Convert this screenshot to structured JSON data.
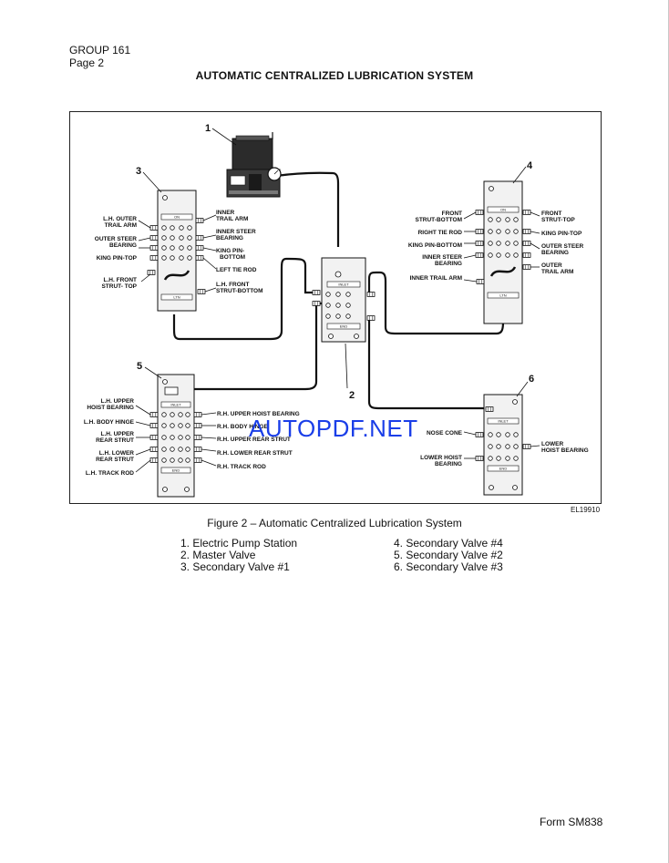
{
  "header": {
    "group": "GROUP 161",
    "page": "Page 2"
  },
  "title": "AUTOMATIC CENTRALIZED LUBRICATION SYSTEM",
  "figure": {
    "numbers": [
      "1",
      "2",
      "3",
      "4",
      "5",
      "6"
    ],
    "code": "EL19910",
    "valve_text": {
      "on": "ON",
      "inlet": "INLET",
      "end": "END",
      "ltn": "LTN"
    },
    "labels_v3": {
      "lh_outer_1": "L.H. OUTER",
      "lh_outer_2": "TRAIL ARM",
      "outer_steer_1": "OUTER STEER",
      "outer_steer_2": "BEARING",
      "king_pin_top": "KING PIN-TOP",
      "lh_front_1": "L.H. FRONT",
      "lh_front_2": "STRUT- TOP",
      "inner_trail_1": "INNER",
      "inner_trail_2": "TRAIL ARM",
      "inner_steer_1": "INNER STEER",
      "inner_steer_2": "BEARING",
      "king_pin_bottom_1": "KING PIN-",
      "king_pin_bottom_2": "BOTTOM",
      "left_tie_rod": "LEFT TIE ROD",
      "lh_front_bottom_1": "L.H. FRONT",
      "lh_front_bottom_2": "STRUT-BOTTOM"
    },
    "labels_v4": {
      "front_bottom_1": "FRONT",
      "front_bottom_2": "STRUT-BOTTOM",
      "right_tie_rod": "RIGHT TIE ROD",
      "king_pin_bottom": "KING PIN-BOTTOM",
      "inner_steer_1": "INNER STEER",
      "inner_steer_2": "BEARING",
      "inner_trail_arm": "INNER TRAIL ARM",
      "front_top_1": "FRONT",
      "front_top_2": "STRUT-TOP",
      "king_pin_top": "KING PIN-TOP",
      "outer_steer_1": "OUTER STEER",
      "outer_steer_2": "BEARING",
      "outer_trail_1": "OUTER",
      "outer_trail_2": "TRAIL ARM"
    },
    "labels_v5": {
      "lh_upper_hoist_1": "L.H. UPPER",
      "lh_upper_hoist_2": "HOIST BEARING",
      "lh_body_hinge": "L.H. BODY HINGE",
      "lh_upper_rear_1": "L.H. UPPER",
      "lh_upper_rear_2": "REAR STRUT",
      "lh_lower_rear_1": "L.H. LOWER",
      "lh_lower_rear_2": "REAR STRUT",
      "lh_track_rod": "L.H. TRACK ROD",
      "rh_upper_hoist": "R.H. UPPER HOIST BEARING",
      "rh_body_hinge": "R.H. BODY HINGE",
      "rh_upper_rear": "R.H. UPPER REAR STRUT",
      "rh_lower_rear": "R.H. LOWER REAR STRUT",
      "rh_track_rod": "R.H. TRACK ROD"
    },
    "labels_v6": {
      "nose_cone": "NOSE CONE",
      "lower_hoist_left_1": "LOWER HOIST",
      "lower_hoist_left_2": "BEARING",
      "lower_hoist_right_1": "LOWER",
      "lower_hoist_right_2": "HOIST BEARING"
    }
  },
  "watermark": "AUTOPDF.NET",
  "caption": "Figure 2 – Automatic Centralized Lubrication System",
  "legend": {
    "left": [
      "1.  Electric Pump Station",
      "2.  Master Valve",
      "3.  Secondary Valve #1"
    ],
    "right": [
      "4.  Secondary Valve #4",
      "5.  Secondary Valve #2",
      "6.  Secondary Valve #3"
    ]
  },
  "footer": "Form SM838",
  "colors": {
    "ink": "#111111",
    "watermark": "#1a3ee8",
    "valve_fill": "#f2f2f2",
    "pump_fill": "#2a2a2a"
  }
}
